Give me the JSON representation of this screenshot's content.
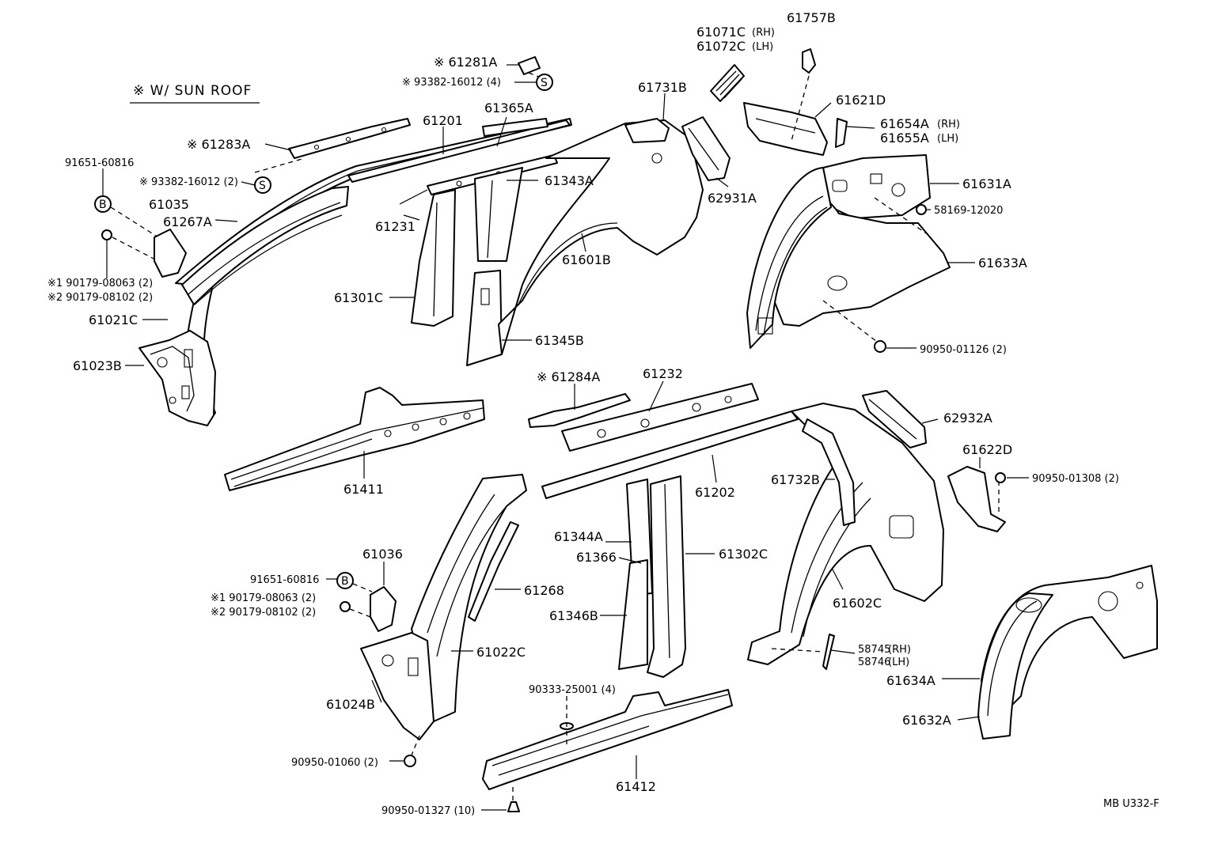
{
  "diagram": {
    "title_note": "※ W/ SUN ROOF",
    "drawing_code": "MB U332-F",
    "symbols": {
      "bolt_marker": "B",
      "screw_marker": "S"
    },
    "labels": {
      "p61281A": "※ 61281A",
      "p93382_4": "※ 93382-16012 (4)",
      "p61283A": "※ 61283A",
      "p61201": "61201",
      "p61365A": "61365A",
      "p93382_2": "※ 93382-16012 (2)",
      "p91651_a": "91651-60816",
      "p61035": "61035",
      "p61267A": "61267A",
      "p90179_1a": "※1 90179-08063 (2)",
      "p90179_2a": "※2 90179-08102 (2)",
      "p61021C": "61021C",
      "p61023B": "61023B",
      "p61231": "61231",
      "p61343A": "61343A",
      "p61301C": "61301C",
      "p61345B": "61345B",
      "p61601B": "61601B",
      "p61731B": "61731B",
      "p62931A": "62931A",
      "p61071C": "61071C",
      "p61071C_side": "(RH)",
      "p61072C": "61072C",
      "p61072C_side": "(LH)",
      "p61757B": "61757B",
      "p61621D": "61621D",
      "p61654A": "61654A",
      "p61654A_side": "(RH)",
      "p61655A": "61655A",
      "p61655A_side": "(LH)",
      "p61631A": "61631A",
      "p58169": "58169-12020",
      "p61633A": "61633A",
      "p90950_01126": "90950-01126 (2)",
      "p61411": "61411",
      "p61284A": "※ 61284A",
      "p61232": "61232",
      "p61202": "61202",
      "p62932A": "62932A",
      "p61622D": "61622D",
      "p90950_01308": "90950-01308 (2)",
      "p61732B": "61732B",
      "p61036": "61036",
      "p91651_b": "91651-60816",
      "p90179_1b": "※1 90179-08063 (2)",
      "p90179_2b": "※2 90179-08102 (2)",
      "p61344A": "61344A",
      "p61366": "61366",
      "p61302C": "61302C",
      "p61268": "61268",
      "p61346B": "61346B",
      "p61022C": "61022C",
      "p61602C": "61602C",
      "p58745": "58745",
      "p58745_side": "(RH)",
      "p58746": "58746",
      "p58746_side": "(LH)",
      "p61024B": "61024B",
      "p90333": "90333-25001 (4)",
      "p90950_01060": "90950-01060 (2)",
      "p61412": "61412",
      "p90950_01327": "90950-01327 (10)",
      "p61634A": "61634A",
      "p61632A": "61632A"
    }
  }
}
